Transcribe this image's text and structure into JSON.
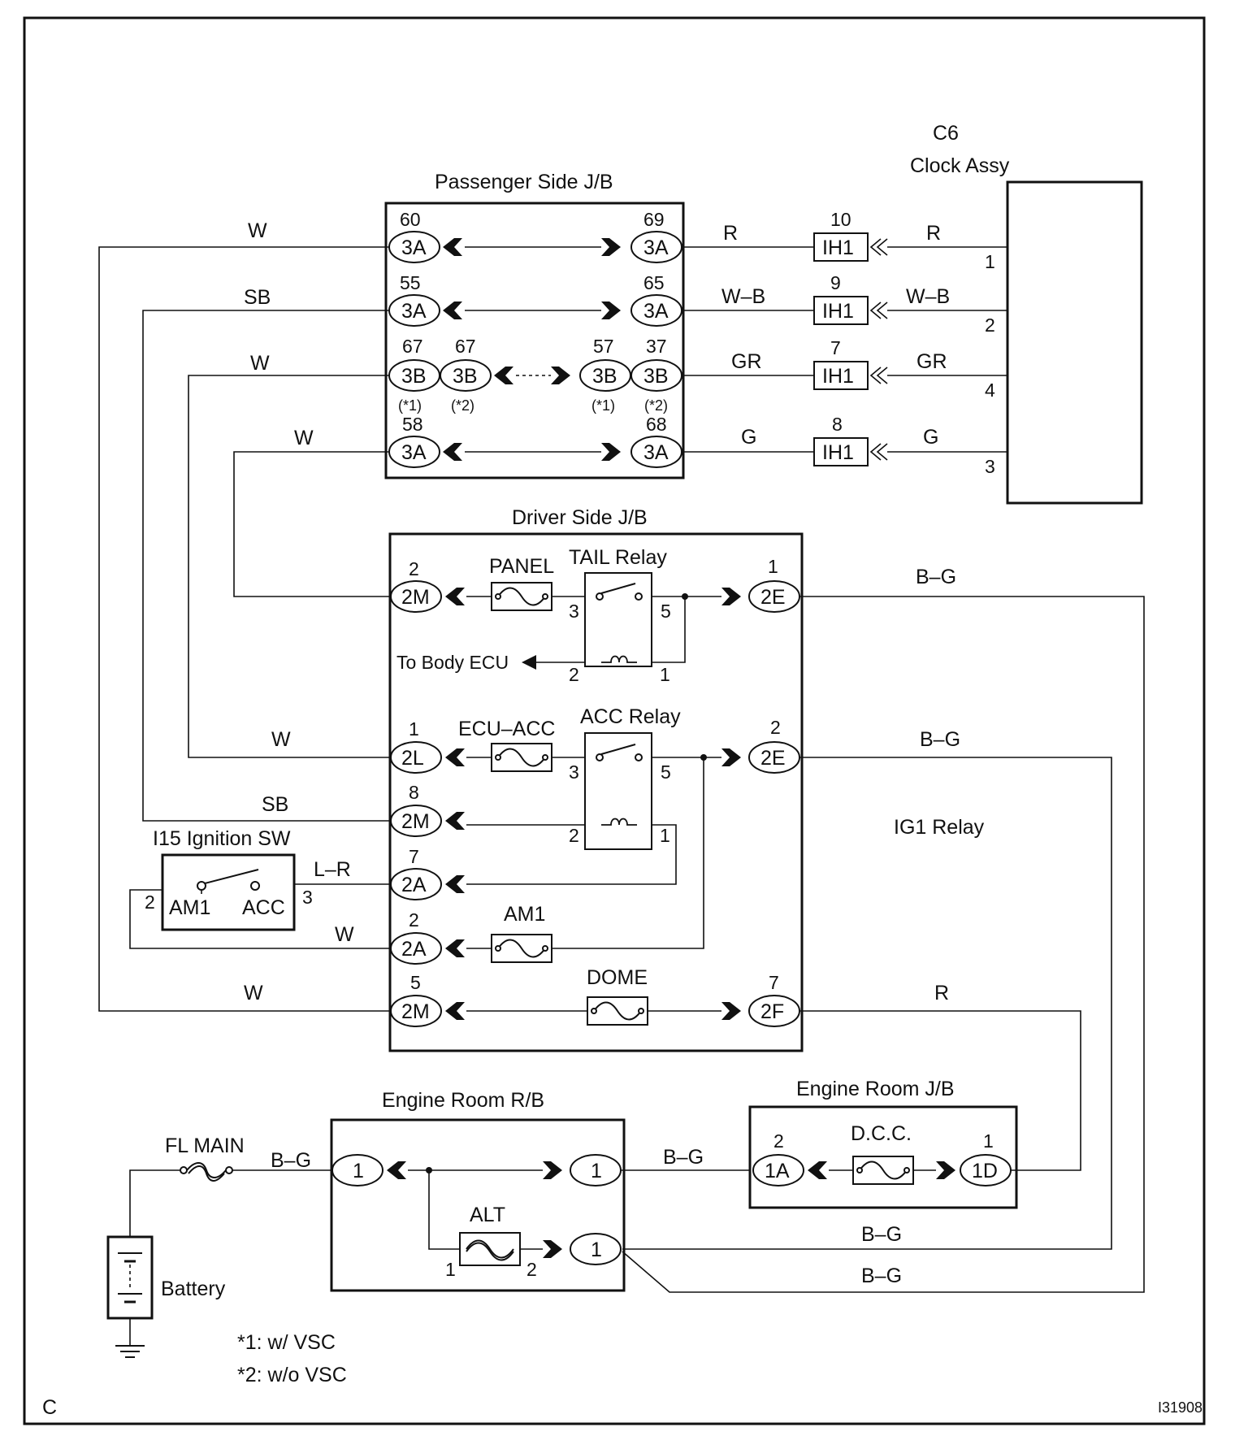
{
  "frame": {
    "corner": "C",
    "drawing_id": "I31908"
  },
  "titles": {
    "passenger_jb": "Passenger Side J/B",
    "clock_code": "C6",
    "clock_name": "Clock Assy",
    "driver_jb": "Driver Side J/B",
    "ignition_sw": "I15 Ignition SW",
    "ig1_relay": "IG1 Relay",
    "engine_rb": "Engine Room R/B",
    "engine_jb": "Engine Room J/B",
    "battery": "Battery",
    "to_body_ecu": "To Body ECU"
  },
  "notes": {
    "n1": "*1: w/ VSC",
    "n2": "*2: w/o VSC"
  },
  "passenger": {
    "left": [
      {
        "pin": "60",
        "code": "3A",
        "wire": "W"
      },
      {
        "pin": "55",
        "code": "3A",
        "wire": "SB"
      },
      {
        "pin": "67",
        "code": "3B",
        "wire": "W"
      },
      {
        "pin": "58",
        "code": "3A",
        "wire": "W"
      }
    ],
    "row3_alt": {
      "pin": "67",
      "code": "3B"
    },
    "row3_variants": {
      "a": "(*1)",
      "b": "(*2)",
      "c": "(*1)",
      "d": "(*2)"
    },
    "right": [
      {
        "pin": "69",
        "code": "3A",
        "wire": "R"
      },
      {
        "pin": "65",
        "code": "3A",
        "wire": "W–B"
      },
      {
        "pin": "37",
        "code": "3B",
        "wire": "GR"
      },
      {
        "pin": "68",
        "code": "3A",
        "wire": "G"
      }
    ],
    "row3_right_alt": {
      "pin": "57",
      "code": "3B"
    }
  },
  "ih1": [
    {
      "pin": "10",
      "code": "IH1",
      "wire": "R",
      "clock_pin": "1"
    },
    {
      "pin": "9",
      "code": "IH1",
      "wire": "W–B",
      "clock_pin": "2"
    },
    {
      "pin": "7",
      "code": "IH1",
      "wire": "GR",
      "clock_pin": "4"
    },
    {
      "pin": "8",
      "code": "IH1",
      "wire": "G",
      "clock_pin": "3"
    }
  ],
  "driver": {
    "panel_fuse": "PANEL",
    "tail_relay": "TAIL Relay",
    "ecu_acc_fuse": "ECU–ACC",
    "acc_relay": "ACC Relay",
    "am1_fuse": "AM1",
    "dome_fuse": "DOME",
    "c_2m_a": {
      "pin": "2",
      "code": "2M"
    },
    "c_2e_a": {
      "pin": "1",
      "code": "2E",
      "wire": "B–G"
    },
    "c_2l": {
      "pin": "1",
      "code": "2L",
      "wire": "W"
    },
    "c_2e_b": {
      "pin": "2",
      "code": "2E",
      "wire": "B–G"
    },
    "c_2m_b": {
      "pin": "8",
      "code": "2M",
      "wire": "SB"
    },
    "c_2a_a": {
      "pin": "7",
      "code": "2A",
      "wire": "L–R"
    },
    "c_2a_b": {
      "pin": "2",
      "code": "2A",
      "wire": "W"
    },
    "c_2m_c": {
      "pin": "5",
      "code": "2M",
      "wire": "W"
    },
    "c_2f": {
      "pin": "7",
      "code": "2F",
      "wire": "R"
    },
    "tail_pins": {
      "p3": "3",
      "p5": "5",
      "p2": "2",
      "p1": "1"
    },
    "acc_pins": {
      "p3": "3",
      "p5": "5",
      "p2": "2",
      "p1": "1"
    }
  },
  "ignition": {
    "am1": "AM1",
    "acc": "ACC",
    "pin_left": "2",
    "pin_right": "3"
  },
  "engine": {
    "fl_main": "FL MAIN",
    "fl_wire": "B–G",
    "rb_in": "1",
    "rb_out1": "1",
    "rb_out2": "1",
    "alt_fuse": "ALT",
    "alt_pins": {
      "p1": "1",
      "p2": "2"
    },
    "rb_jb_wire": "B–G",
    "jb_c1": {
      "pin": "2",
      "code": "1A"
    },
    "dcc_fuse": "D.C.C.",
    "jb_c2": {
      "pin": "1",
      "code": "1D"
    },
    "lower_wire1": "B–G",
    "lower_wire2": "B–G"
  }
}
